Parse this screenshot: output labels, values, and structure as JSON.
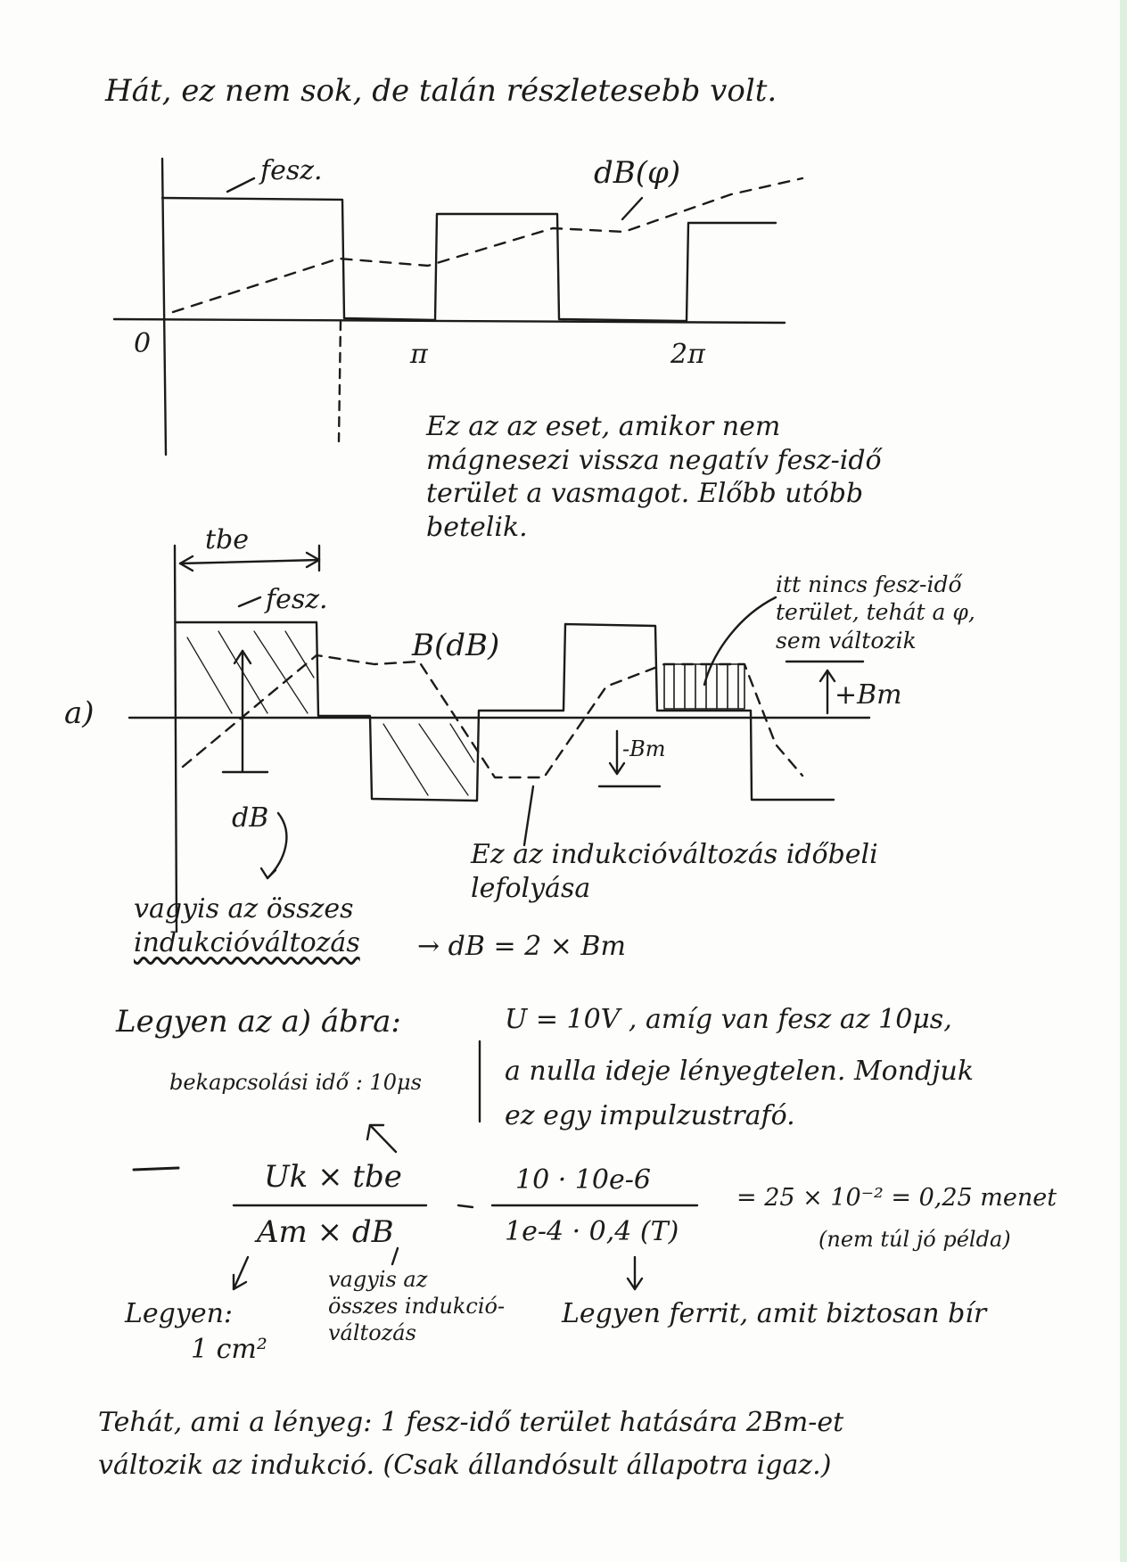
{
  "heading": "Hát, ez nem sok, de talán részletesebb volt.",
  "diagram1": {
    "flux_label": "fesz.",
    "curve_label": "dB(φ)",
    "tick_zero": "0",
    "tick_pi": "π",
    "tick_2pi": "2π"
  },
  "note_case": "Ez az az eset, amikor nem\nmágnesezi vissza negatív fesz-idő\nterület a vasmagot. Előbb utóbb\nbetelik.",
  "diagram2": {
    "label_a": "a)",
    "tbe_label": "tbe",
    "flux_label": "fesz.",
    "curve_label": "B(dB)",
    "db_label": "dB",
    "plus_bm": "+Bm",
    "minus_bm": "-Bm",
    "no_area_note": "itt nincs fesz-idő\nterület, tehát a φ,\nsem változik"
  },
  "total_change_note": {
    "line1": "vagyis az összes",
    "line2": "indukcióváltozás",
    "formula": "→ dB = 2 × Bm"
  },
  "course_note": "Ez az indukcióváltozás időbeli\nlefolyása",
  "calc": {
    "intro": "Legyen az a) ábra:",
    "u_line": "U = 10V , amíg van fesz az 10μs,",
    "null_line": "a nulla ideje lényegtelen. Mondjuk",
    "impulse_line": "ez egy impulzustrafó.",
    "switch_time": "bekapcsolási idő : 10μs",
    "fraction_num": "Uk × tbe",
    "fraction_den": "Am × dB",
    "value_num": "10 · 10e-6",
    "value_den": "1e-4 · 0,4 (T)",
    "result": "= 25 × 10⁻² = 0,25 menet",
    "result_note": "(nem túl jó példa)",
    "area_note_1": "Legyen:",
    "area_note_2": "1 cm²",
    "db_note": "vagyis az\nösszes indukció-\nváltozás",
    "ferrite_note": "Legyen ferrit, amit biztosan bír"
  },
  "conclusion": "Tehát, ami a lényeg: 1 fesz-idő terület hatására 2Bm-et\nváltozik az indukció. (Csak állandósult állapotra igaz.)",
  "colors": {
    "ink": "#1b1b1b",
    "paper": "#fdfdfb",
    "edge": "#ddf0de"
  }
}
